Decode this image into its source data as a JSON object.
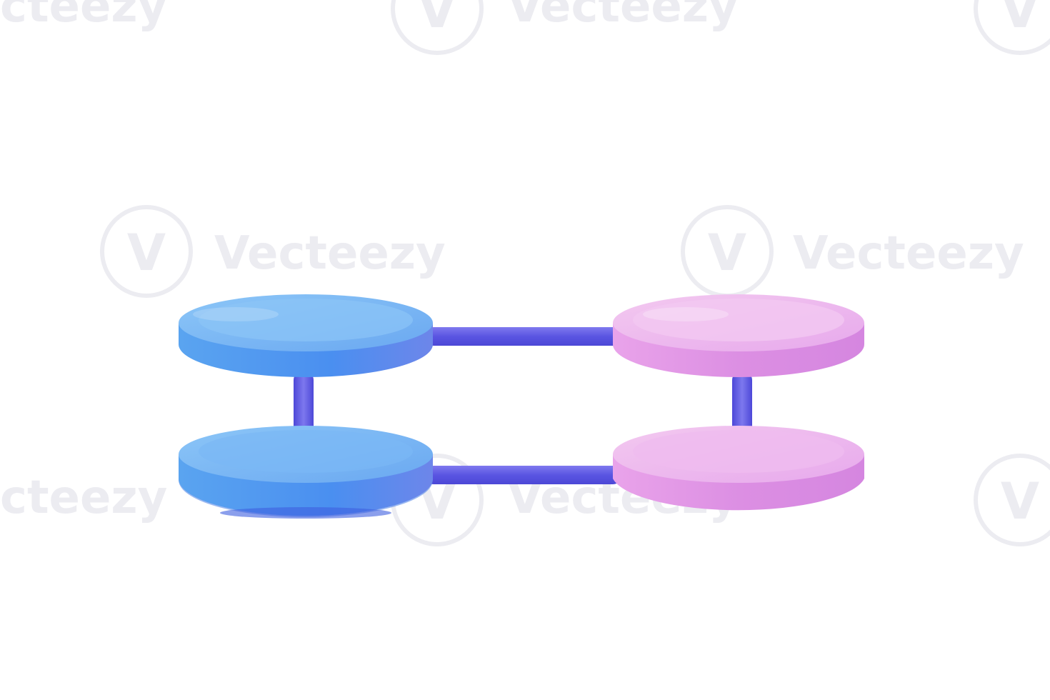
{
  "watermark": {
    "brand": "Vecteezy",
    "fragment": "cteezy",
    "mark": "V",
    "color": "#e9e9ee"
  },
  "illustration": {
    "subject": "3d-connected-cylinder-discs",
    "colors": {
      "left_top": "#6ab0f2",
      "left_side": "#3f86e8",
      "right_top": "#f0b6ec",
      "right_side": "#d889e4",
      "connector": "#6b62e6"
    }
  }
}
